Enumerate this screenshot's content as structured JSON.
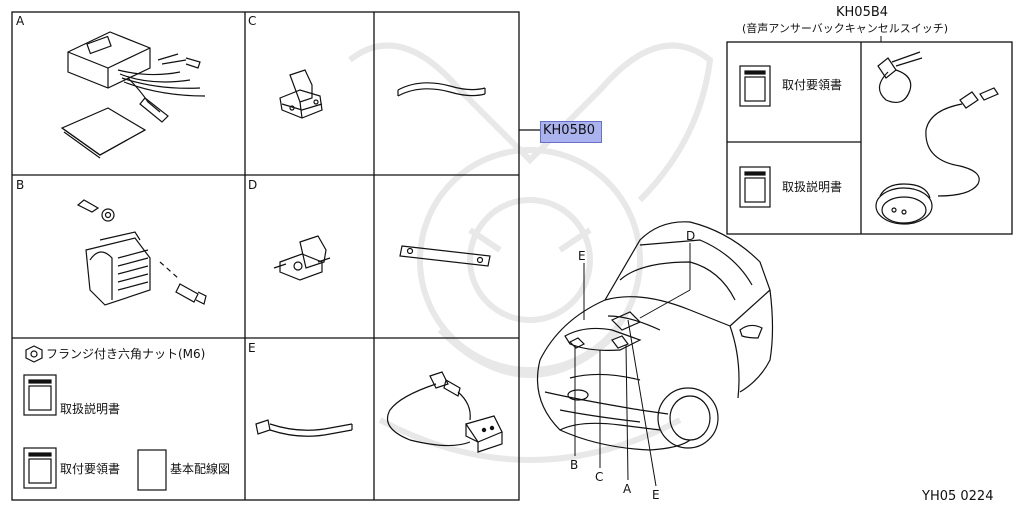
{
  "left_panel": {
    "cell_labels": {
      "a": "A",
      "b": "B",
      "c": "C",
      "d": "D",
      "e": "E"
    },
    "nut_caption": "フランジ付き六角ナット(M6)",
    "manual_caption": "取扱説明書",
    "install_guide_caption": "取付要領書",
    "wiring_diagram_caption": "基本配線図"
  },
  "callout": {
    "part_number": "KH05B0"
  },
  "right_panel": {
    "part_number": "KH05B4",
    "description": "(音声アンサーバックキャンセルスイッチ)",
    "install_guide_caption": "取付要領書",
    "manual_caption": "取扱説明書"
  },
  "car_labels": {
    "top_e": "E",
    "top_d": "D",
    "bottom_b": "B",
    "bottom_c": "C",
    "bottom_a": "A",
    "bottom_e": "E"
  },
  "diagram_code": "YH05 0224",
  "colors": {
    "line": "#111111",
    "highlight": "#aab3ee",
    "watermark": "#e6e6e6"
  }
}
